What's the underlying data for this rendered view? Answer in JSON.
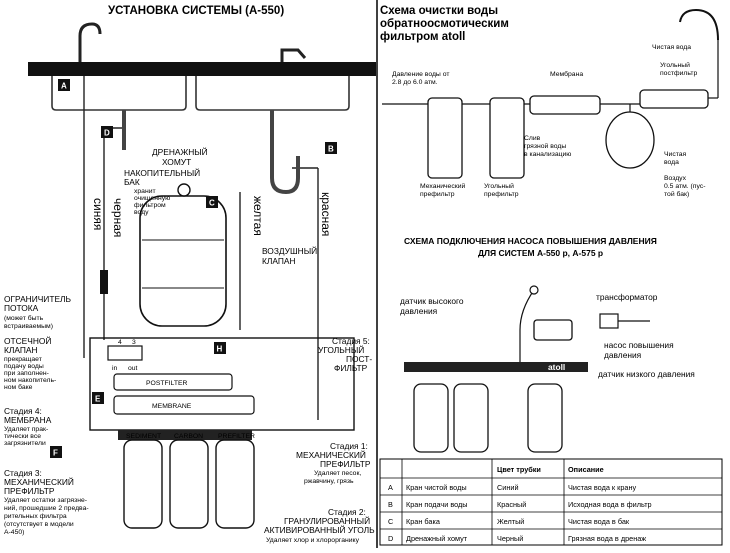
{
  "left": {
    "title": "УСТАНОВКА СИСТЕМЫ (А-550)",
    "markers": [
      "A",
      "B",
      "C",
      "D",
      "E",
      "F",
      "H"
    ],
    "tubes": {
      "blue": "синяя",
      "black": "черная",
      "yellow": "желтая",
      "red": "красная"
    },
    "drain_clamp": [
      "ДРЕНАЖНЫЙ",
      "ХОМУТ"
    ],
    "tank": [
      "НАКОПИТЕЛЬНЫЙ",
      "БАК",
      "хранит",
      "очищенную",
      "фильтром",
      "воду"
    ],
    "air_valve": [
      "ВОЗДУШНЫЙ",
      "КЛАПАН"
    ],
    "flow_limiter": [
      "ОГРАНИЧИТЕЛЬ",
      "ПОТОКА",
      "(может быть",
      "встраиваемым)"
    ],
    "shutoff_valve": [
      "ОТСЕЧНОЙ",
      "КЛАПАН",
      "прекращает",
      "подачу воды",
      "при заполнен-",
      "ном накопитель-",
      "ном баке"
    ],
    "valve_labels": [
      "4",
      "3",
      "in",
      "out"
    ],
    "stage5": [
      "Стадия 5:",
      "УГОЛЬНЫЙ",
      "ПОСТ-",
      "ФИЛЬТР"
    ],
    "stage4": [
      "Стадия 4:",
      "МЕМБРАНА",
      "Удаляет прак-",
      "тически все",
      "загрязнители"
    ],
    "stage3": [
      "Стадия 3:",
      "МЕХАНИЧЕСКИЙ",
      "ПРЕФИЛЬТР",
      "Удаляет остатки загрязне-",
      "ний, прошедшие 2 предва-",
      "рительных фильтра",
      "(отсутствует в модели",
      "А-450)"
    ],
    "stage1": [
      "Стадия 1:",
      "МЕХАНИЧЕСКИЙ",
      "ПРЕФИЛЬТР",
      "Удаляет песок,",
      "ржавчину, грязь"
    ],
    "stage2": [
      "Стадия 2:",
      "ГРАНУЛИРОВАННЫЙ",
      "АКТИВИРОВАННЫЙ УГОЛЬ",
      "Удаляет хлор и хлорорганику"
    ],
    "housing_labels": [
      "POSTFILTER",
      "MEMBRANE",
      "SEDIMENT",
      "CARBON",
      "PREFILTER"
    ]
  },
  "top_right": {
    "title": [
      "Схема очистки воды",
      "обратноосмотическим",
      "фильтром atoll"
    ],
    "pressure": [
      "Давление воды от",
      "2.8 до 6.0 атм."
    ],
    "membrane": "Мембрана",
    "clean_water": "Чистая вода",
    "postfilter": [
      "Угольный",
      "постфильтр"
    ],
    "drain": [
      "Слив",
      "грязной воды",
      "в канализацию"
    ],
    "clean_water2": [
      "Чистая",
      "вода"
    ],
    "air": [
      "Воздух",
      "0.5 атм. (пус-",
      "той бак)"
    ],
    "mech": [
      "Механический",
      "префильтр"
    ],
    "carbon": [
      "Угольный",
      "префильтр"
    ]
  },
  "bottom_right": {
    "title": [
      "СХЕМА ПОДКЛЮЧЕНИЯ НАСОСА ПОВЫШЕНИЯ ДАВЛЕНИЯ",
      "ДЛЯ СИСТЕМ А-550 р, А-575 р"
    ],
    "high_sensor": [
      "датчик высокого",
      "давления"
    ],
    "transformer": "трансформатор",
    "pump": [
      "насос повышения",
      "давления"
    ],
    "low_sensor": "датчик низкого давления",
    "brand": "atoll"
  },
  "table": {
    "headers": [
      "",
      "",
      "Цвет трубки",
      "Описание"
    ],
    "rows": [
      [
        "A",
        "Кран чистой воды",
        "Синий",
        "Чистая вода к крану"
      ],
      [
        "B",
        "Кран подачи воды",
        "Красный",
        "Исходная вода в фильтр"
      ],
      [
        "C",
        "Кран бака",
        "Желтый",
        "Чистая вода в бак"
      ],
      [
        "D",
        "Дренажный хомут",
        "Черный",
        "Грязная вода в дренаж"
      ]
    ]
  }
}
